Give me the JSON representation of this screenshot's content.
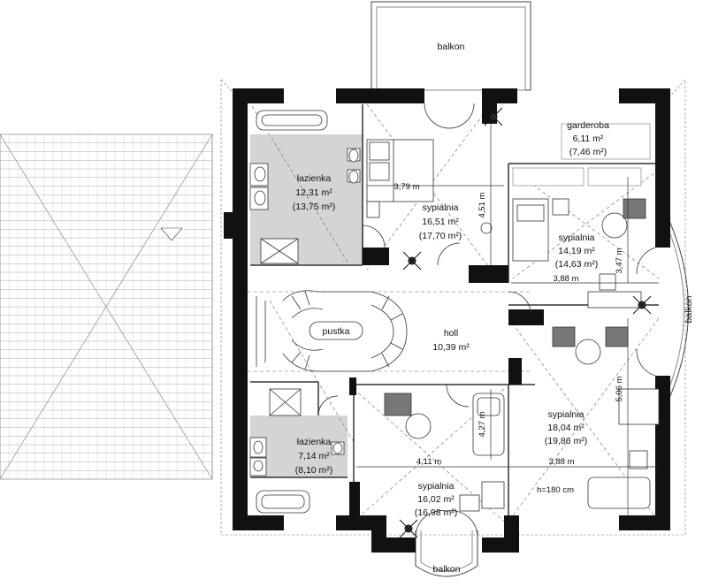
{
  "rooms": {
    "balcony_top": {
      "name": "balkon"
    },
    "balcony_right": {
      "name": "balkon"
    },
    "balcony_bottom": {
      "name": "balkon"
    },
    "wardrobe": {
      "name": "garderoba",
      "area": "6,11 m²",
      "area_gross": "(7,46 m²)"
    },
    "bathroom_top": {
      "name": "łazienka",
      "area": "12,31 m²",
      "area_gross": "(13,75 m²)"
    },
    "bedroom_master": {
      "name": "sypialnia",
      "area": "16,51 m²",
      "area_gross": "(17,70 m²)"
    },
    "bedroom_right_top": {
      "name": "sypialnia",
      "area": "14,19 m²",
      "area_gross": "(14,63 m²)"
    },
    "void": {
      "name": "pustka"
    },
    "hall": {
      "name": "holl",
      "area": "10,39 m²"
    },
    "bedroom_right_bottom": {
      "name": "sypialnia",
      "area": "18,04 m²",
      "area_gross": "(19,86 m²)"
    },
    "bathroom_bottom": {
      "name": "łazienka",
      "area": "7,14 m²",
      "area_gross": "(8,10 m²)"
    },
    "bedroom_bottom": {
      "name": "sypialnia",
      "area": "16,02 m²",
      "area_gross": "(16,98 m²)"
    }
  },
  "dimensions": {
    "master_width": "3,79 m",
    "master_depth": "4,51 m",
    "right_top_width": "3,88 m",
    "right_top_depth": "3,47 m",
    "right_bottom_depth": "5,06 m",
    "bottom_width": "4,11 m",
    "bottom_depth": "4,27 m",
    "right_bottom_width": "3,88 m",
    "roof_height": "h=180 cm"
  },
  "colors": {
    "wall": "#111111",
    "bath_fill": "#d4d4d4",
    "line": "#555555"
  }
}
